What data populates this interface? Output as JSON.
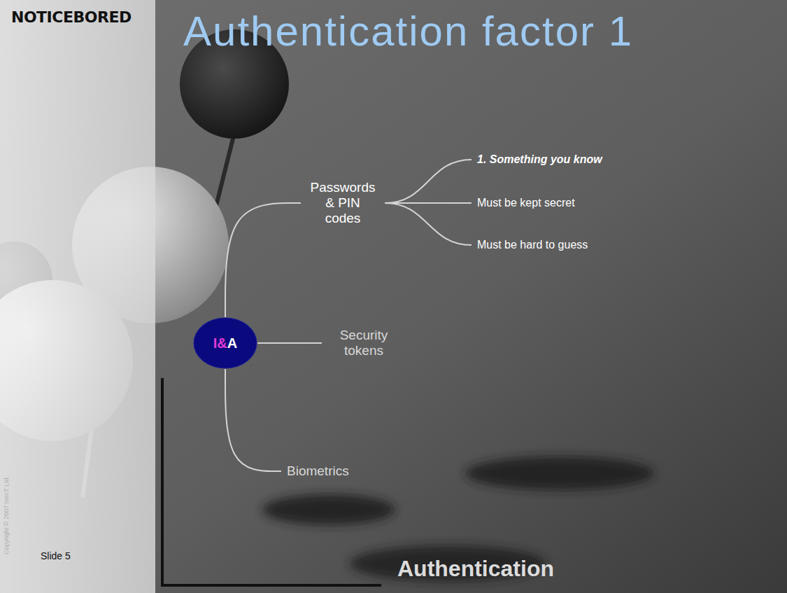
{
  "diagram": {
    "title": "Authentication factor 1",
    "nodes": [
      {
        "text": [
          "I&A"
        ]
      },
      {
        "text": [
          "Passwords & PIN codes"
        ]
      },
      {
        "text": [
          "1. Something you know"
        ]
      },
      {
        "text": [
          "Must be kept secret"
        ]
      },
      {
        "text": [
          "Must be hard to guess"
        ]
      },
      {
        "text": [
          "Security tokens"
        ]
      },
      {
        "text": [
          "Biometrics"
        ]
      }
    ],
    "edges": [
      {
        "from": 0,
        "to": 1,
        "arrow": "none"
      },
      {
        "from": 1,
        "to": 2,
        "arrow": "none"
      },
      {
        "from": 1,
        "to": 3,
        "arrow": "none"
      },
      {
        "from": 1,
        "to": 4,
        "arrow": "none"
      },
      {
        "from": 0,
        "to": 5,
        "arrow": "none"
      },
      {
        "from": 0,
        "to": 6,
        "arrow": "none"
      }
    ],
    "labels": [
      "NOTICEBORED",
      "Copyright © 2007 IsecT Ltd.",
      "Slide 5",
      "Authentication"
    ]
  }
}
